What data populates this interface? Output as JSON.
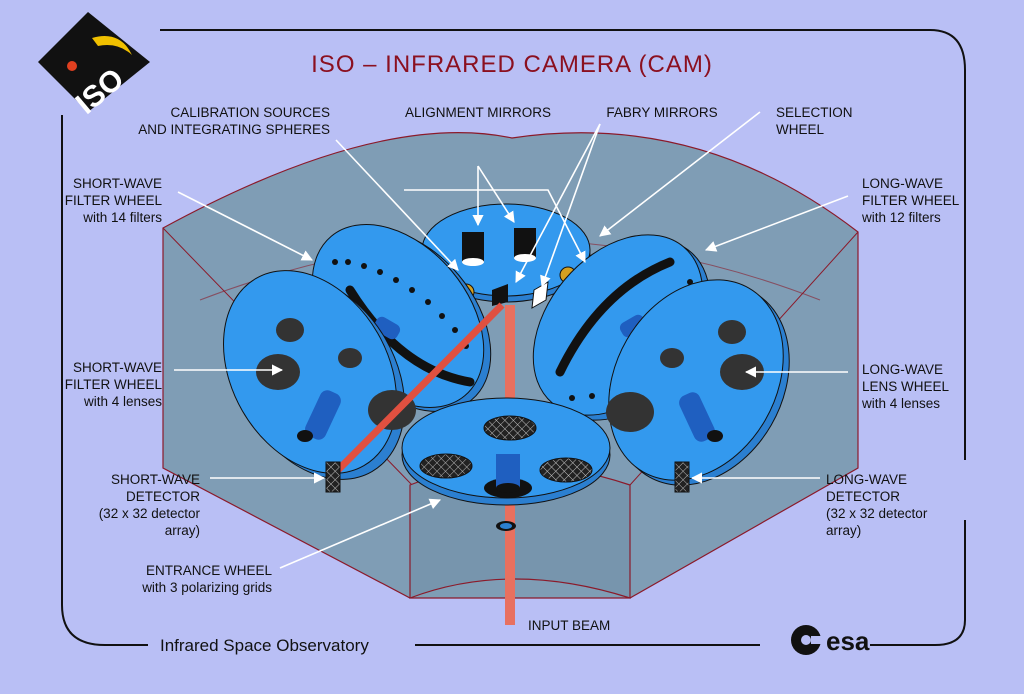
{
  "title": "ISO – INFRARED CAMERA (CAM)",
  "logo": {
    "text": "ISO"
  },
  "footer": {
    "observatory": "Infrared Space Observatory",
    "agency": "esa"
  },
  "labels": {
    "calibration": [
      "CALIBRATION SOURCES",
      "AND INTEGRATING SPHERES"
    ],
    "alignment": [
      "ALIGNMENT MIRRORS"
    ],
    "fabry": [
      "FABRY MIRRORS"
    ],
    "selection": [
      "SELECTION",
      "WHEEL"
    ],
    "sw_filter14": [
      "SHORT-WAVE",
      "FILTER WHEEL",
      "with 14 filters"
    ],
    "lw_filter12": [
      "LONG-WAVE",
      "FILTER WHEEL",
      "with 12 filters"
    ],
    "sw_filter4": [
      "SHORT-WAVE",
      "FILTER WHEEL",
      "with 4 lenses"
    ],
    "lw_lens4": [
      "LONG-WAVE",
      "LENS WHEEL",
      "with 4 lenses"
    ],
    "sw_detector": [
      "SHORT-WAVE",
      "DETECTOR",
      "(32 x 32 detector",
      "array)"
    ],
    "lw_detector": [
      "LONG-WAVE",
      "DETECTOR",
      "(32 x 32 detector",
      "array)"
    ],
    "entrance": [
      "ENTRANCE WHEEL",
      "with 3 polarizing grids"
    ],
    "input_beam": [
      "INPUT BEAM"
    ]
  },
  "colors": {
    "background": "#b9bff5",
    "housing": "#7f9db5",
    "housing_edge": "#8b1a2a",
    "wheel": "#3399ee",
    "beam": "#e05040",
    "title": "#8b1020"
  }
}
